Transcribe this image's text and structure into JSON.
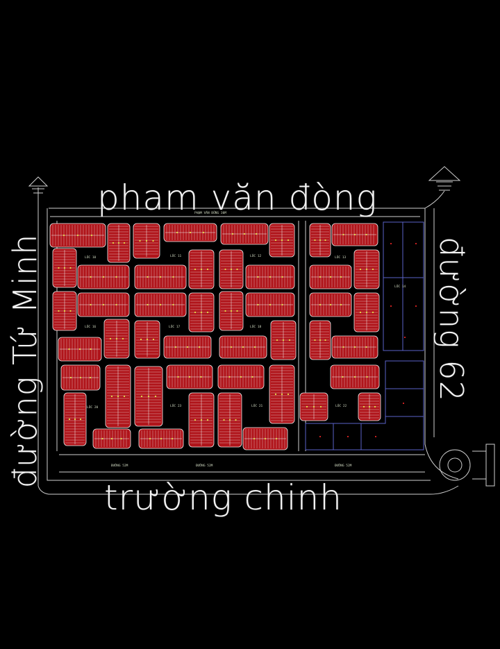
{
  "streets": {
    "top": "pham văn đòng",
    "bottom": "trường chinh",
    "left": "đường Tứ Minh",
    "right": "đường 62"
  },
  "road_annotations": {
    "top": "PHẠM VĂN ĐỒNG 30M",
    "bottom_left": "ĐƯỜNG 52M",
    "bottom_mid": "ĐƯỜNG 52M",
    "bottom_right": "ĐƯỜNG 52M"
  },
  "block_labels": [
    "LÔC 10",
    "LÔC 11",
    "LÔC 12",
    "LÔC 13",
    "LÔC 14",
    "LÔC 16",
    "LÔC 17",
    "LÔC 18",
    "LÔC 20",
    "LÔC 21",
    "LÔC 22",
    "LÔC 23"
  ],
  "colors": {
    "background": "#000000",
    "lot_fill": "#b0141a",
    "lot_line": "#f2f2f2",
    "accent_yellow": "#e6e34a",
    "road_line": "#d8d8d8",
    "park_outline": "#5a62c8"
  }
}
